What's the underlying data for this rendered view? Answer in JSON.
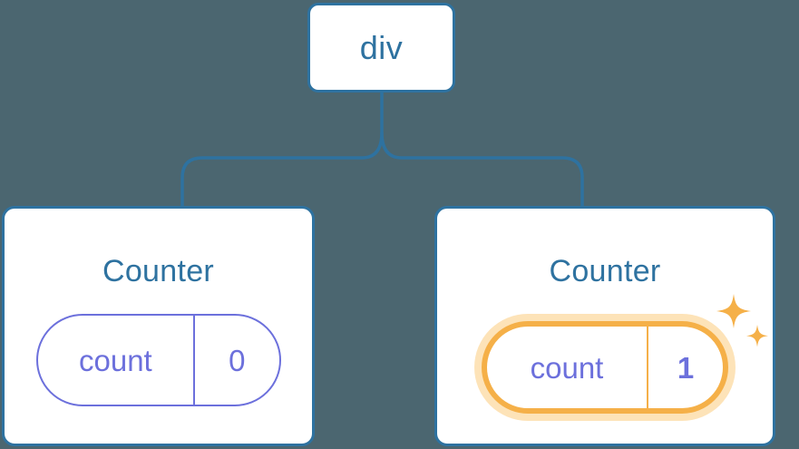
{
  "diagram": {
    "title": "React component tree with highlighted state update",
    "background_color": "#4b6670",
    "node_border_color": "#2e72a0",
    "connector_color": "#2e72a0",
    "state_color": "#6c70dc",
    "highlight_color": "#f5b048",
    "highlight_glow_color": "#fde3b8",
    "card_background": "#ffffff"
  },
  "root": {
    "label": "div"
  },
  "children": [
    {
      "title": "Counter",
      "state": {
        "key": "count",
        "value": "0"
      },
      "highlighted": false,
      "sparkles": false
    },
    {
      "title": "Counter",
      "state": {
        "key": "count",
        "value": "1"
      },
      "highlighted": true,
      "sparkles": true
    }
  ]
}
